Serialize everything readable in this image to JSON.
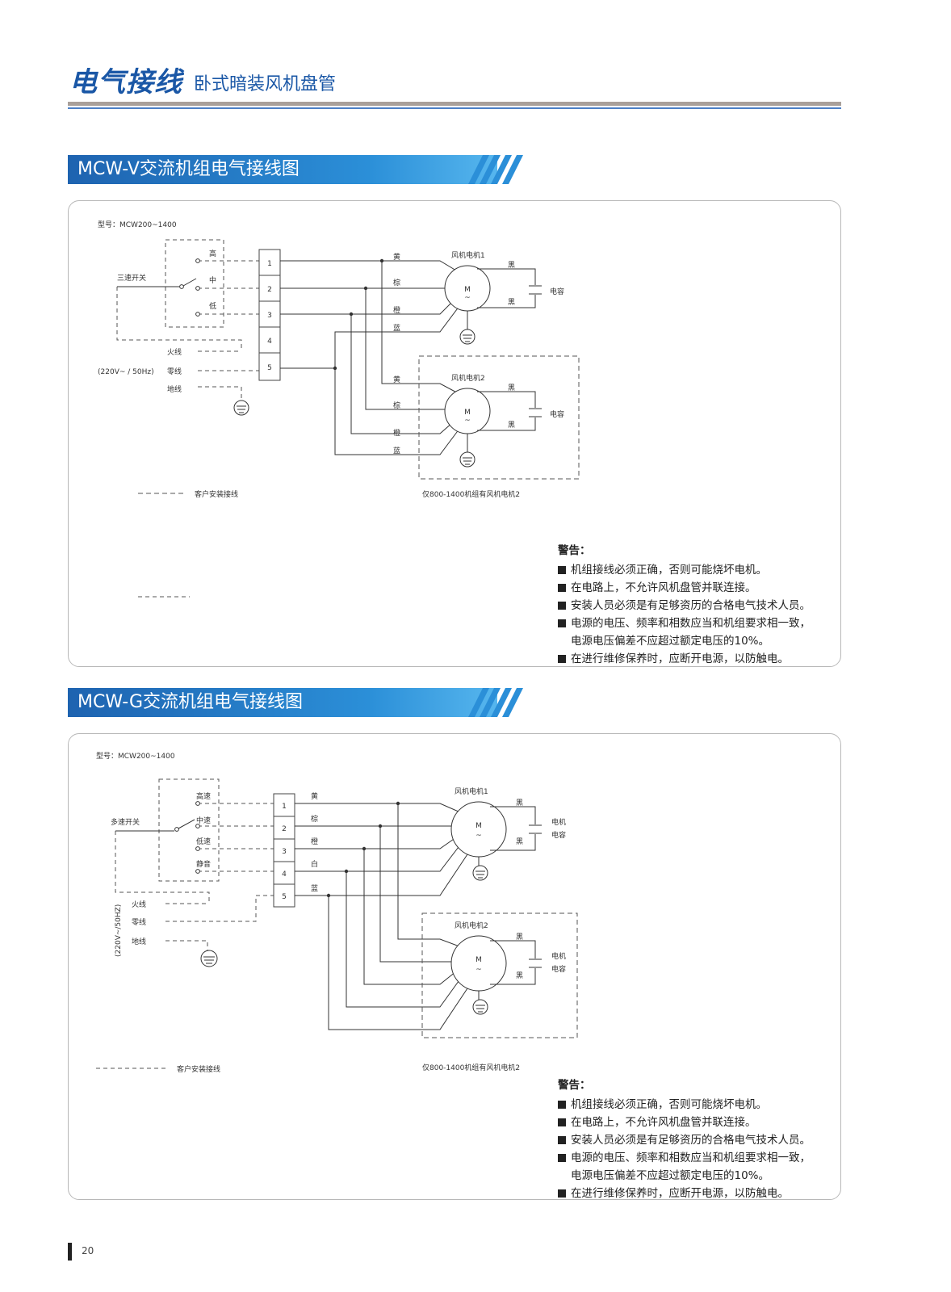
{
  "header": {
    "title": "电气接线",
    "subtitle": "卧式暗装风机盘管"
  },
  "section1": {
    "banner": "MCW-V交流机组电气接线图",
    "model": "型号：MCW200~1400",
    "switch_label": "三速开关",
    "speeds": [
      "高",
      "中",
      "低"
    ],
    "terminals": [
      "1",
      "2",
      "3",
      "4",
      "5"
    ],
    "power": {
      "live": "火线",
      "neutral": "零线",
      "ground": "地线",
      "spec": "(220V~ / 50Hz)"
    },
    "motor1": "风机电机1",
    "motor2": "风机电机2",
    "wires": [
      "黄",
      "棕",
      "橙",
      "蓝"
    ],
    "black": "黑",
    "capacitor": "电容",
    "motor_m": "M",
    "motor_ac": "~",
    "legend": "客户安装接线",
    "note": "仅800-1400机组有风机电机2"
  },
  "section2": {
    "banner": "MCW-G交流机组电气接线图",
    "model": "型号：MCW200~1400",
    "switch_label": "多速开关",
    "speeds": [
      "高速",
      "中速",
      "低速",
      "静音"
    ],
    "terminals": [
      "1",
      "2",
      "3",
      "4",
      "5"
    ],
    "power": {
      "live": "火线",
      "neutral": "零线",
      "ground": "地线",
      "spec": "(220V~/50HZ)"
    },
    "motor1": "风机电机1",
    "motor2": "风机电机2",
    "wires": [
      "黄",
      "棕",
      "橙",
      "白",
      "蓝"
    ],
    "black": "黑",
    "capacitor_top": "电机",
    "capacitor_bottom": "电容",
    "motor_m": "M",
    "motor_ac": "~",
    "legend": "客户安装接线",
    "note": "仅800-1400机组有风机电机2"
  },
  "warnings": {
    "title": "警告：",
    "items": [
      "机组接线必须正确，否则可能烧坏电机。",
      "在电路上，不允许风机盘管并联连接。",
      "安装人员必须是有足够资历的合格电气技术人员。",
      "电源的电压、频率和相数应当和机组要求相一致，"
    ],
    "continuation": "电源电压偏差不应超过额定电压的10%。",
    "last": "在进行维修保养时，应断开电源，以防触电。"
  },
  "footer": {
    "page": "20"
  },
  "colors": {
    "brand_blue": "#1a57a6",
    "banner_blue": "#2b8fd8",
    "rule_gray": "#a9a09a"
  }
}
